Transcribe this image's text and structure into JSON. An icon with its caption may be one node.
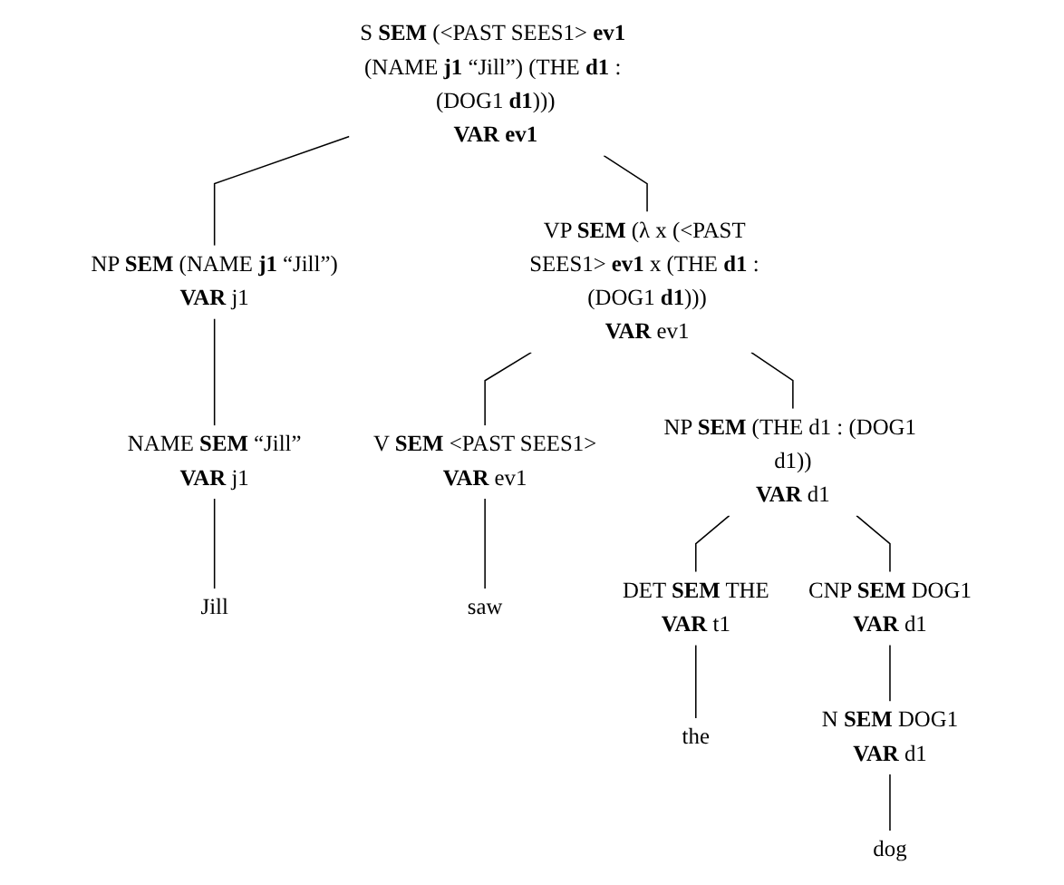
{
  "diagram": {
    "nodes": [
      {
        "text": [
          "S **SEM** (<PAST SEES1> **ev1** (NAME **j1** “Jill”) (THE **d1** : (DOG1 **d1**)))",
          "**VAR ev1**"
        ]
      },
      {
        "text": [
          "NP **SEM** (NAME **j1** “Jill”)",
          "**VAR** j1"
        ]
      },
      {
        "text": [
          "VP **SEM** (λ x (<PAST SEES1> **ev1** x (THE **d1** : (DOG1 **d1**)))",
          "**VAR** ev1"
        ]
      },
      {
        "text": [
          "NAME **SEM** “Jill”",
          "**VAR** j1"
        ]
      },
      {
        "text": [
          "V **SEM** <PAST SEES1>",
          "**VAR** ev1"
        ]
      },
      {
        "text": [
          "NP **SEM** (THE d1 : (DOG1 d1))",
          "**VAR** d1"
        ]
      },
      {
        "text": [
          "DET **SEM** THE",
          "**VAR** t1"
        ]
      },
      {
        "text": [
          "CNP **SEM** DOG1",
          "**VAR** d1"
        ]
      },
      {
        "text": [
          "N **SEM** DOG1",
          "**VAR** d1"
        ]
      },
      {
        "text": [
          "Jill"
        ]
      },
      {
        "text": [
          "saw"
        ]
      },
      {
        "text": [
          "the"
        ]
      },
      {
        "text": [
          "dog"
        ]
      }
    ],
    "edges": [
      {
        "from": 0,
        "to": 1,
        "arrow": "none"
      },
      {
        "from": 0,
        "to": 2,
        "arrow": "none"
      },
      {
        "from": 1,
        "to": 3,
        "arrow": "none"
      },
      {
        "from": 2,
        "to": 4,
        "arrow": "none"
      },
      {
        "from": 2,
        "to": 5,
        "arrow": "none"
      },
      {
        "from": 3,
        "to": 9,
        "arrow": "none"
      },
      {
        "from": 4,
        "to": 10,
        "arrow": "none"
      },
      {
        "from": 5,
        "to": 6,
        "arrow": "none"
      },
      {
        "from": 5,
        "to": 7,
        "arrow": "none"
      },
      {
        "from": 6,
        "to": 11,
        "arrow": "none"
      },
      {
        "from": 7,
        "to": 8,
        "arrow": "none"
      },
      {
        "from": 8,
        "to": 12,
        "arrow": "none"
      }
    ]
  }
}
